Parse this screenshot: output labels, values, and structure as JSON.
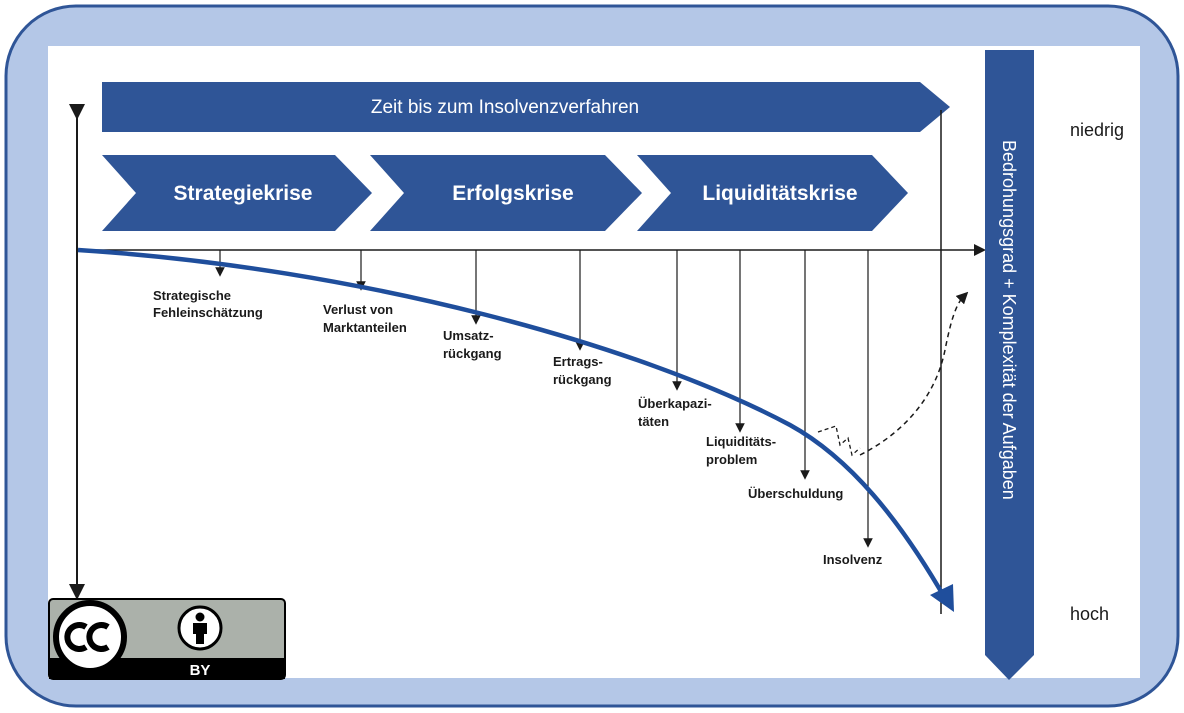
{
  "timeline": {
    "label": "Zeit bis zum Insolvenzverfahren"
  },
  "phases": [
    "Strategiekrise",
    "Erfolgskrise",
    "Liquiditätskrise"
  ],
  "threat_axis": {
    "label": "Bedrohungsgrad + Komplexität der Aufgaben",
    "low": "niedrig",
    "high": "hoch"
  },
  "events": [
    [
      "Strategische",
      "Fehleinschätzung"
    ],
    [
      "Verlust von",
      "Marktanteilen"
    ],
    [
      "Umsatz-",
      "rückgang"
    ],
    [
      "Ertrags-",
      "rückgang"
    ],
    [
      "Überkapazi-",
      "täten"
    ],
    [
      "Liquiditäts-",
      "problem"
    ],
    [
      "Überschuldung"
    ],
    [
      "Insolvenz"
    ]
  ],
  "license": {
    "badge": "BY"
  },
  "colors": {
    "frame_fill": "#b4c7e7",
    "frame_stroke": "#2f5597",
    "arrow_fill": "#2f5597",
    "curve": "#1f4e9c",
    "text_dark": "#1a1a1a"
  }
}
